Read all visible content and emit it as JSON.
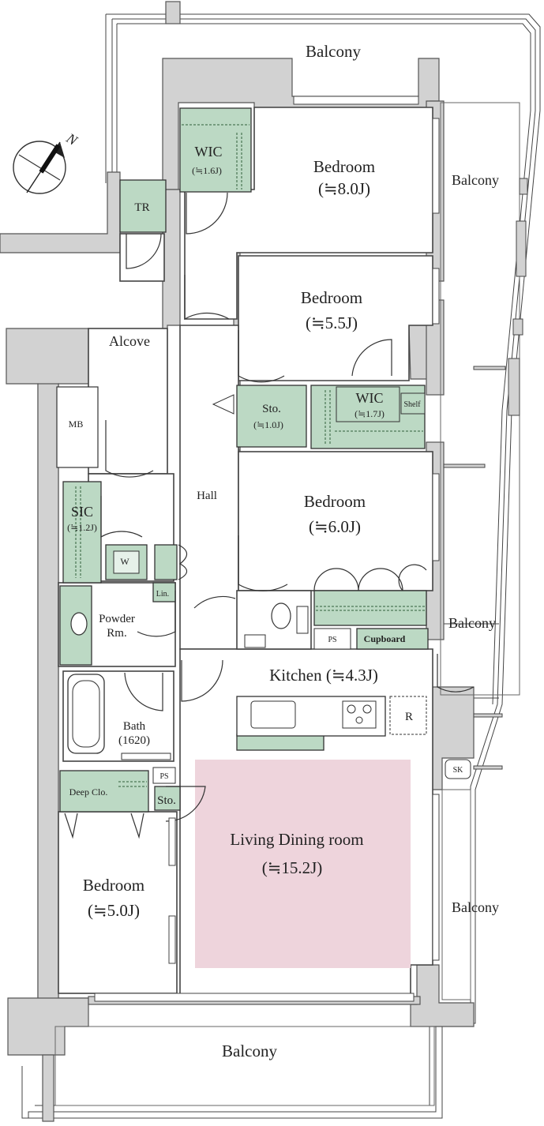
{
  "compass": {
    "north": "N",
    "icon": "compass-icon"
  },
  "rooms": {
    "balcony_top": "Balcony",
    "balcony_right_upper": "Balcony",
    "balcony_right_mid": "Balcony",
    "balcony_right_lower": "Balcony",
    "balcony_bottom": "Balcony",
    "bedroom_top": {
      "name": "Bedroom",
      "size": "(≒8.0J)"
    },
    "bedroom_2": {
      "name": "Bedroom",
      "size": "(≒5.5J)"
    },
    "bedroom_3": {
      "name": "Bedroom",
      "size": "(≒6.0J)"
    },
    "bedroom_sw": {
      "name": "Bedroom",
      "size": "(≒5.0J)"
    },
    "wic_top": {
      "name": "WIC",
      "size": "(≒1.6J)"
    },
    "wic_mid": {
      "name": "WIC",
      "size": "(≒1.7J)"
    },
    "sto_mid": {
      "name": "Sto.",
      "size": "(≒1.0J)"
    },
    "sic": {
      "name": "SIC",
      "size": "(≒1.2J)"
    },
    "kitchen": "Kitchen (≒4.3J)",
    "ldk": {
      "name": "Living Dining room",
      "size": "(≒15.2J)"
    },
    "tr": "TR",
    "alcove": "Alcove",
    "mb": "MB",
    "hall": "Hall",
    "shelf": "Shelf",
    "w": "W",
    "lin": "Lin.",
    "powder": {
      "line1": "Powder",
      "line2": "Rm."
    },
    "bath": {
      "line1": "Bath",
      "line2": "(1620)"
    },
    "ps_top": "PS",
    "ps_bottom": "PS",
    "cupboard": "Cupboard",
    "r": "R",
    "sk": "SK",
    "deep_clo": "Deep Clo.",
    "sto_small": "Sto."
  },
  "colors": {
    "storage_green": "#bcd9c4",
    "living_pink": "#eed4dc",
    "wall_gray": "#d2d2d2"
  }
}
